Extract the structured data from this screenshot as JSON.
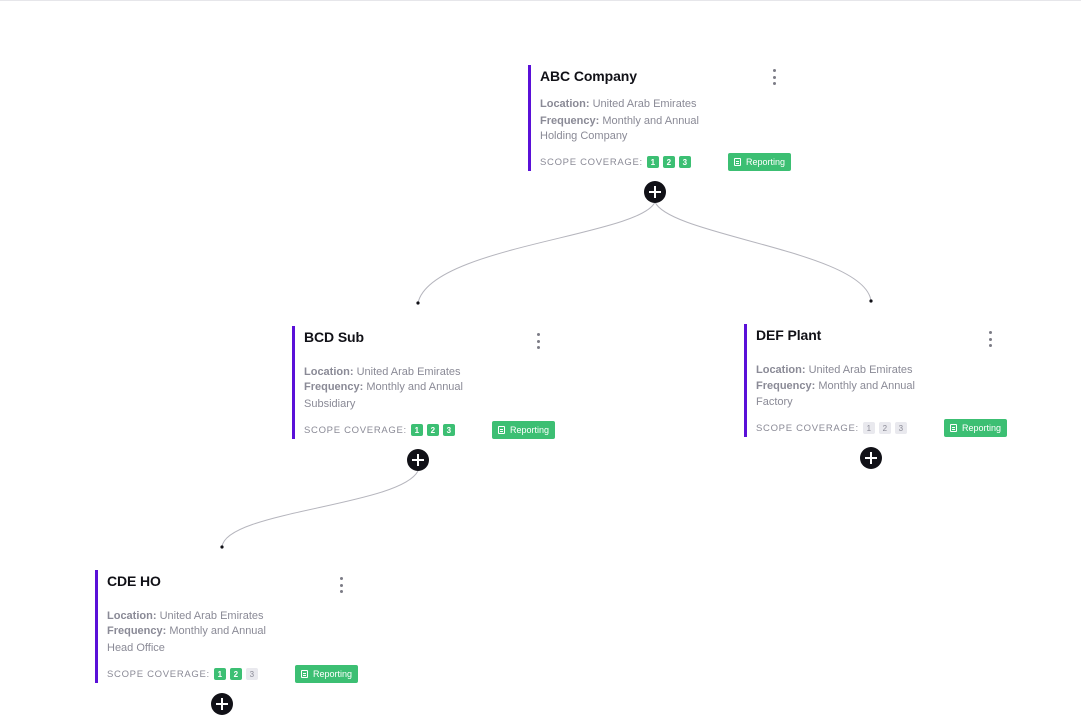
{
  "org_chart": {
    "nodes": [
      {
        "id": "abc",
        "name": "ABC Company",
        "location_label": "Location:",
        "location": "United Arab Emirates",
        "frequency_label": "Frequency:",
        "frequency": "Monthly and Annual",
        "type": "Holding Company",
        "scope_label": "SCOPE COVERAGE:",
        "scopes": [
          {
            "label": "1",
            "active": true
          },
          {
            "label": "2",
            "active": true
          },
          {
            "label": "3",
            "active": true
          }
        ],
        "reporting_label": "Reporting"
      },
      {
        "id": "bcd",
        "name": "BCD Sub",
        "location_label": "Location:",
        "location": "United Arab Emirates",
        "frequency_label": "Frequency:",
        "frequency": "Monthly and Annual",
        "type": "Subsidiary",
        "scope_label": "SCOPE COVERAGE:",
        "scopes": [
          {
            "label": "1",
            "active": true
          },
          {
            "label": "2",
            "active": true
          },
          {
            "label": "3",
            "active": true
          }
        ],
        "reporting_label": "Reporting"
      },
      {
        "id": "def",
        "name": "DEF Plant",
        "location_label": "Location:",
        "location": "United Arab Emirates",
        "frequency_label": "Frequency:",
        "frequency": "Monthly and Annual",
        "type": "Factory",
        "scope_label": "SCOPE COVERAGE:",
        "scopes": [
          {
            "label": "1",
            "active": false
          },
          {
            "label": "2",
            "active": false
          },
          {
            "label": "3",
            "active": false
          }
        ],
        "reporting_label": "Reporting"
      },
      {
        "id": "cde",
        "name": "CDE HO",
        "location_label": "Location:",
        "location": "United Arab Emirates",
        "frequency_label": "Frequency:",
        "frequency": "Monthly and Annual",
        "type": "Head Office",
        "scope_label": "SCOPE COVERAGE:",
        "scopes": [
          {
            "label": "1",
            "active": true
          },
          {
            "label": "2",
            "active": true
          },
          {
            "label": "3",
            "active": false
          }
        ],
        "reporting_label": "Reporting"
      }
    ],
    "colors": {
      "accent_bar": "#5a10d8",
      "scope_active": "#3cbf73",
      "reporting_button": "#3cbf73",
      "add_button": "#111117"
    },
    "icons": [
      "more-vertical-icon",
      "document-icon",
      "plus-icon"
    ]
  }
}
